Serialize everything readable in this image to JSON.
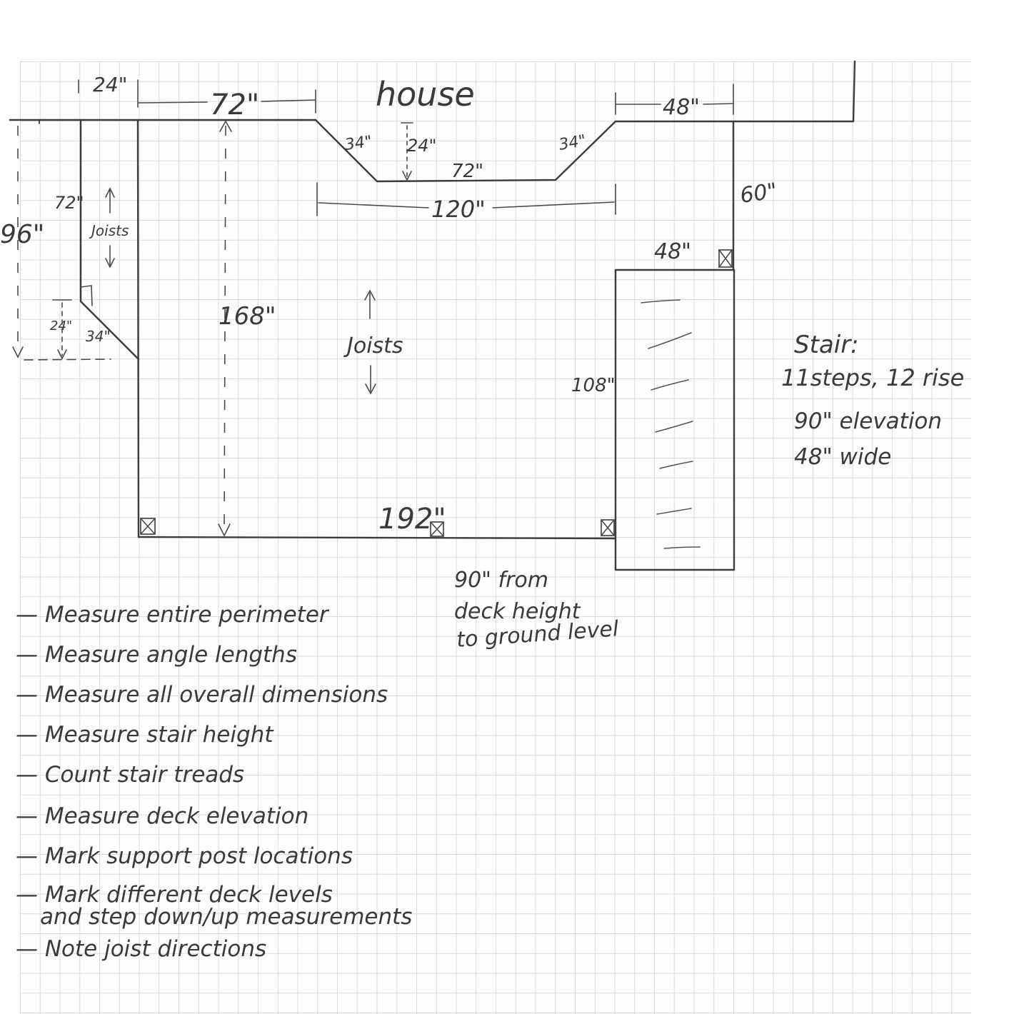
{
  "house_label": "house",
  "dimensions": {
    "top_left_offset": "24\"",
    "top_left_width": "72\"",
    "bump_angle_left": "34\"",
    "bump_depth": "24\"",
    "bump_inner": "72\"",
    "bump_angle_right": "34\"",
    "bump_overall": "120\"",
    "top_right_width": "48\"",
    "right_side": "60\"",
    "left_side": "72\"",
    "left_overall": "96\"",
    "corner_depth": "24\"",
    "corner_angle": "34\"",
    "deck_depth": "168\"",
    "deck_width": "192\"",
    "stair_width": "48\"",
    "stair_length": "108\""
  },
  "joist_labels": {
    "left": "Joists",
    "center": "Joists"
  },
  "tick_mark": "'",
  "stair_note": {
    "title": "Stair:",
    "lines": [
      "11steps, 12 rise",
      "90\" elevation",
      "48\" wide"
    ]
  },
  "elevation_note": [
    "90\" from",
    "deck height",
    "to ground level"
  ],
  "stair_treads": 7,
  "checklist": [
    "Measure entire perimeter",
    "Measure angle lengths",
    "Measure all overall dimensions",
    "Measure stair height",
    "Count stair treads",
    "Measure deck elevation",
    "Mark support post locations",
    "Mark different deck levels",
    "and step down/up measurements",
    "Note joist directions"
  ]
}
